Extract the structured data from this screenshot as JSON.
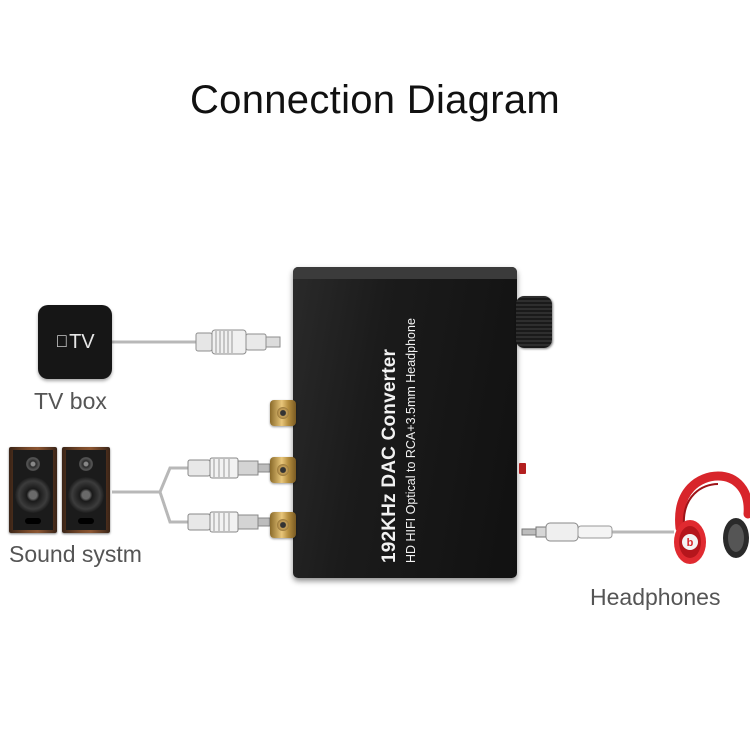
{
  "title": "Connection Diagram",
  "devices": {
    "tv_box": {
      "caption": "TV box",
      "logo_text": "TV"
    },
    "sound_system": {
      "caption": "Sound systm"
    },
    "headphones": {
      "caption": "Headphones",
      "brand_mark": "b"
    },
    "converter": {
      "line1": "192KHz DAC Converter",
      "line2": "HD HIFI Optical to RCA+3.5mm Headphone"
    }
  },
  "colors": {
    "wire": "#b8b8b8",
    "rca_gold": "#d9b15c",
    "headphone_red": "#d8252b",
    "device_black": "#161616"
  },
  "icons": [
    "optical-cable-icon",
    "rca-plug-icon",
    "aux-jack-icon",
    "speaker-icon",
    "headphones-icon",
    "apple-icon"
  ]
}
